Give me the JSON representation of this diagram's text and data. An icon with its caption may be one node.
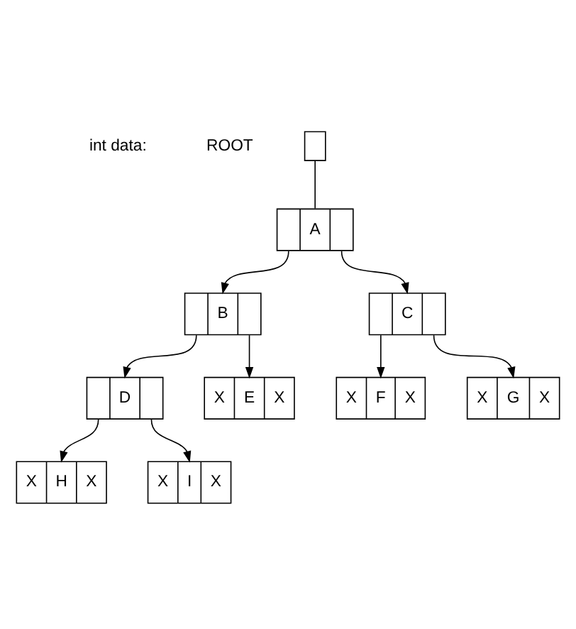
{
  "diagram": {
    "nodes": [
      {
        "text": [],
        "shape": "box",
        "beside": [
          "ROOT"
        ]
      },
      {
        "text": [
          "A"
        ]
      },
      {
        "text": [
          "B"
        ]
      },
      {
        "text": [
          "C"
        ]
      },
      {
        "text": [
          "D"
        ]
      },
      {
        "text": [
          "X",
          "E",
          "X"
        ]
      },
      {
        "text": [
          "X",
          "F",
          "X"
        ]
      },
      {
        "text": [
          "X",
          "G",
          "X"
        ]
      },
      {
        "text": [
          "X",
          "H",
          "X"
        ]
      },
      {
        "text": [
          "X",
          "I",
          "X"
        ]
      }
    ],
    "edges": [
      {
        "from": 0,
        "to": 1,
        "arrow": "none"
      },
      {
        "from": 1,
        "to": 2,
        "arrow": "to"
      },
      {
        "from": 1,
        "to": 3,
        "arrow": "to"
      },
      {
        "from": 2,
        "to": 4,
        "arrow": "to"
      },
      {
        "from": 2,
        "to": 5,
        "arrow": "to"
      },
      {
        "from": 3,
        "to": 6,
        "arrow": "to"
      },
      {
        "from": 3,
        "to": 7,
        "arrow": "to"
      },
      {
        "from": 4,
        "to": 8,
        "arrow": "to"
      },
      {
        "from": 4,
        "to": 9,
        "arrow": "to"
      }
    ],
    "labels": [
      "int data:"
    ]
  }
}
